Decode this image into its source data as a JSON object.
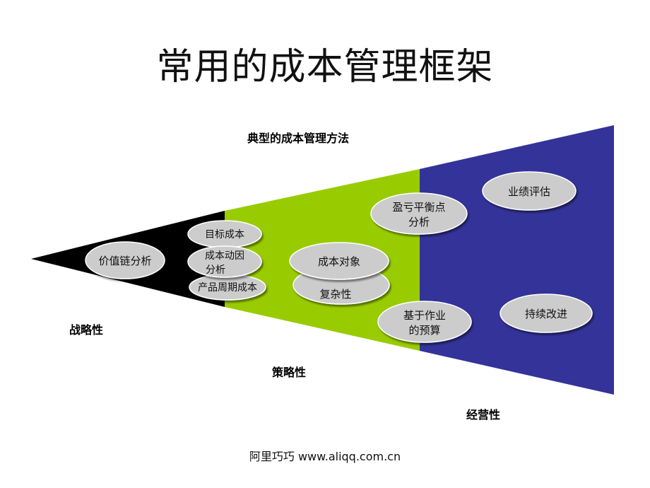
{
  "title": "常用的成本管理框架",
  "subtitle": "典型的成本管理方法",
  "sections": {
    "strategic": "战略性",
    "tactical": "策略性",
    "operational": "经营性"
  },
  "nodes": {
    "value_chain": "价值链分析",
    "target_cost": "目标成本",
    "cost_driver_line1": "成本动因",
    "cost_driver_line2": "分析",
    "lifecycle_cost": "产品周期成本",
    "cost_object": "成本对象",
    "complexity": "复杂性",
    "breakeven_line1": "盈亏平衡点",
    "breakeven_line2": "分析",
    "abb_line1": "基于作业",
    "abb_line2": "的预算",
    "performance": "业绩评估",
    "continuous": "持续改进"
  },
  "colors": {
    "strategic": "#000000",
    "tactical": "#99cc00",
    "operational": "#333399",
    "ellipse_fill": "#cccccc",
    "ellipse_stroke": "#ffffff"
  },
  "footer": "阿里巧巧 www.aliqq.com.cn"
}
